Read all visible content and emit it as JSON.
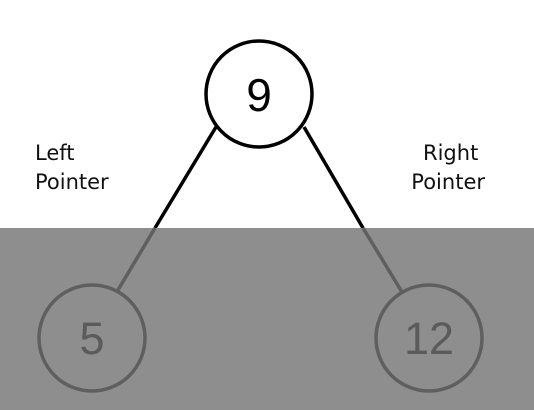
{
  "tree": {
    "root": {
      "value": "9"
    },
    "left_child": {
      "value": "5"
    },
    "right_child": {
      "value": "12"
    }
  },
  "labels": {
    "left_pointer": {
      "line1": "Left",
      "line2": "Pointer"
    },
    "right_pointer": {
      "line1": "Right",
      "line2": "Pointer"
    }
  },
  "colors": {
    "background": "#ffffff",
    "overlay": "#8e8e8e",
    "edge": "#000000",
    "edge_dimmed": "#5f5f5f",
    "node_stroke": "#000000",
    "node_stroke_dimmed": "#5f5f5f",
    "text": "#111111",
    "text_dimmed": "#5b5b5b"
  }
}
